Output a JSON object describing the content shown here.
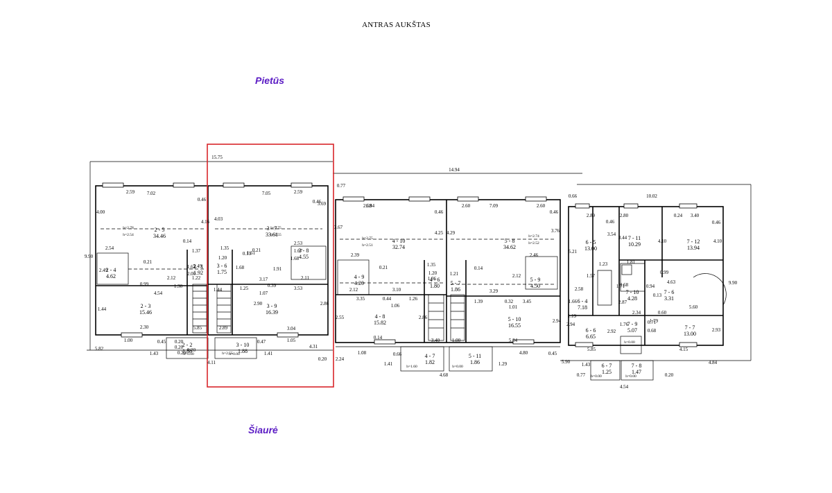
{
  "title": "ANTRAS AUKŠTAS",
  "orientation": {
    "south": "Pietūs",
    "north": "Šiaurė"
  },
  "highlight_color": "#d9252a",
  "label_color": "#5b1cc4",
  "rooms": [
    {
      "id": "2 - 5",
      "area": "34.46"
    },
    {
      "id": "2 - 4",
      "area": "4.62"
    },
    {
      "id": "2 - 1",
      "area": "1.92"
    },
    {
      "id": "2 - 3",
      "area": "15.46"
    },
    {
      "id": "2 - 2",
      "area": "1.88"
    },
    {
      "id": "3 - 7",
      "area": "33.61"
    },
    {
      "id": "3 - 6",
      "area": "1.75"
    },
    {
      "id": "3 - 8",
      "area": "4.55"
    },
    {
      "id": "3 - 9",
      "area": "16.39"
    },
    {
      "id": "3 - 10",
      "area": "1.88"
    },
    {
      "id": "4 - 10",
      "area": "32.74"
    },
    {
      "id": "4 - 9",
      "area": "4.20"
    },
    {
      "id": "4 - 6",
      "area": "1.80"
    },
    {
      "id": "4 - 8",
      "area": "15.82"
    },
    {
      "id": "4 - 7",
      "area": "1.82"
    },
    {
      "id": "5 - 8",
      "area": "34.62"
    },
    {
      "id": "5 - 7",
      "area": "1.86"
    },
    {
      "id": "5 - 9",
      "area": "4.50"
    },
    {
      "id": "5 - 10",
      "area": "16.55"
    },
    {
      "id": "5 - 11",
      "area": "1.86"
    },
    {
      "id": "6 - 5",
      "area": "13.00"
    },
    {
      "id": "6 - 4",
      "area": "7.18"
    },
    {
      "id": "6 - 6",
      "area": "6.65"
    },
    {
      "id": "6 - 7",
      "area": "1.25"
    },
    {
      "id": "7 - 11",
      "area": "10.29"
    },
    {
      "id": "7 - 12",
      "area": "13.94"
    },
    {
      "id": "7 - 10",
      "area": "4.28"
    },
    {
      "id": "7 - 6",
      "area": "3.31"
    },
    {
      "id": "7 - 9",
      "area": "5.07"
    },
    {
      "id": "7 - 7",
      "area": "13.00"
    },
    {
      "id": "7 - 8",
      "area": "1.47"
    }
  ],
  "dimensions": [
    "15.75",
    "14.94",
    "10.02",
    "7.02",
    "7.05",
    "6.84",
    "7.09",
    "2.59",
    "2.59",
    "2.59",
    "2.60",
    "2.60",
    "2.89",
    "2.80",
    "3.40",
    "4.00",
    "4.03",
    "3.67",
    "4.29",
    "5.21",
    "3.44",
    "0.46",
    "0.46",
    "0.46",
    "0.46",
    "0.46",
    "0.46",
    "3.69",
    "4.25",
    "3.76",
    "4.10",
    "4.10",
    "4.16",
    "0.77",
    "0.66",
    "9.90",
    "9.90",
    "0.24",
    "3.54",
    "h=2.78",
    "h=2.54",
    "h=2.75",
    "h=2.55",
    "h=2.75",
    "h=2.51",
    "h=2.74",
    "h=2.52",
    "2.54",
    "2.53",
    "2.39",
    "2.46",
    "1.37",
    "1.35",
    "1.35",
    "1.23",
    "1.81",
    "1.22",
    "1.20",
    "1.20",
    "1.21",
    "0.14",
    "0.21",
    "0.21",
    "0.21",
    "0.15",
    "0.14",
    "0.99",
    "0.99",
    "1.30",
    "2.12",
    "2.11",
    "2.12",
    "2.12",
    "4.54",
    "3.17",
    "3.10",
    "3.29",
    "4.63",
    "1.07",
    "1.06",
    "1.01",
    "1.26",
    "1.39",
    "1.25",
    "0.44",
    "0.32",
    "0.39",
    "3.53",
    "3.35",
    "3.45",
    "2.34",
    "0.60",
    "0.71",
    "0.68",
    "0.13",
    "0.94",
    "0.68",
    "2.58",
    "1.66",
    "1.19",
    "1.79",
    "1.44",
    "2.55",
    "2.90",
    "2.86",
    "2.86",
    "2.94",
    "2.87",
    "2.92",
    "2.93",
    "2.94",
    "2.30",
    "3.04",
    "0.14",
    "5.84",
    "5.85",
    "5.60",
    "5.85",
    "2.89",
    "3.40",
    "1.00",
    "1.00",
    "1.05",
    "1.08",
    "4.80",
    "4.15",
    "4.84",
    "4.11",
    "4.68",
    "4.54",
    "5.90",
    "5.82",
    "4.31",
    "2.24",
    "0.45",
    "0.45",
    "0.47",
    "0.66",
    "1.43",
    "1.43",
    "1.41",
    "1.41",
    "1.29",
    "0.77",
    "0.20",
    "0.20",
    "0.20",
    "0.20",
    "0.20",
    "0.20",
    "h=2.55",
    "h=1.60",
    "h=0.00",
    "h=0.00",
    "h=0.00",
    "h=0.00",
    "h=0.00",
    "h=0.00",
    "2.49",
    "2.49",
    "1.63",
    "2.00",
    "1.96",
    "1.71",
    "1.57",
    "1.68",
    "1.68",
    "1.44",
    "1.67",
    "1.91",
    "1.61",
    "1.76",
    "1.53",
    "4.76",
    "2.82",
    "1.99",
    "0.15",
    "1.55"
  ]
}
